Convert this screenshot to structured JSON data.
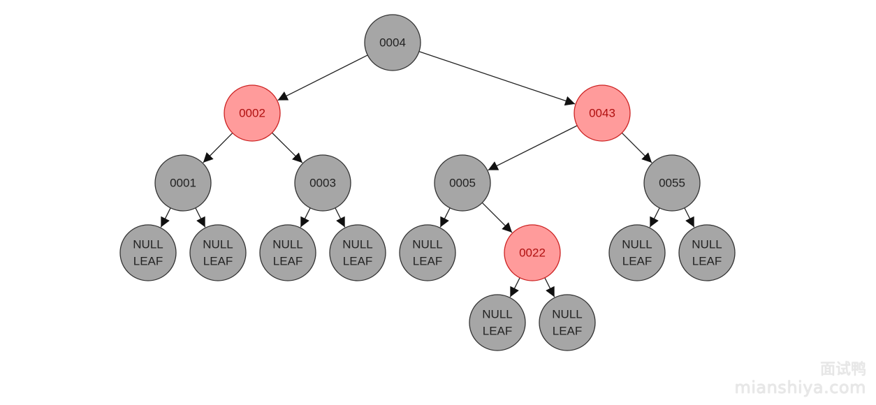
{
  "colors": {
    "black_node_fill": "#a6a6a6",
    "black_node_stroke": "#333333",
    "black_node_text": "#222222",
    "red_node_fill": "#ff9b9b",
    "red_node_stroke": "#cc2222",
    "red_node_text": "#b01010",
    "edge": "#222222"
  },
  "nodes": [
    {
      "id": "n0004",
      "lines": [
        "0004"
      ],
      "color": "black"
    },
    {
      "id": "n0002",
      "lines": [
        "0002"
      ],
      "color": "red"
    },
    {
      "id": "n0043",
      "lines": [
        "0043"
      ],
      "color": "red"
    },
    {
      "id": "n0001",
      "lines": [
        "0001"
      ],
      "color": "black"
    },
    {
      "id": "n0003",
      "lines": [
        "0003"
      ],
      "color": "black"
    },
    {
      "id": "n0005",
      "lines": [
        "0005"
      ],
      "color": "black"
    },
    {
      "id": "n0055",
      "lines": [
        "0055"
      ],
      "color": "black"
    },
    {
      "id": "nl1",
      "lines": [
        "NULL",
        "LEAF"
      ],
      "color": "black"
    },
    {
      "id": "nl2",
      "lines": [
        "NULL",
        "LEAF"
      ],
      "color": "black"
    },
    {
      "id": "nl3",
      "lines": [
        "NULL",
        "LEAF"
      ],
      "color": "black"
    },
    {
      "id": "nl4",
      "lines": [
        "NULL",
        "LEAF"
      ],
      "color": "black"
    },
    {
      "id": "nl5",
      "lines": [
        "NULL",
        "LEAF"
      ],
      "color": "black"
    },
    {
      "id": "n0022",
      "lines": [
        "0022"
      ],
      "color": "red"
    },
    {
      "id": "nl6",
      "lines": [
        "NULL",
        "LEAF"
      ],
      "color": "black"
    },
    {
      "id": "nl7",
      "lines": [
        "NULL",
        "LEAF"
      ],
      "color": "black"
    },
    {
      "id": "nl8",
      "lines": [
        "NULL",
        "LEAF"
      ],
      "color": "black"
    },
    {
      "id": "nl9",
      "lines": [
        "NULL",
        "LEAF"
      ],
      "color": "black"
    }
  ],
  "edges": [
    [
      "n0004",
      "n0002"
    ],
    [
      "n0004",
      "n0043"
    ],
    [
      "n0002",
      "n0001"
    ],
    [
      "n0002",
      "n0003"
    ],
    [
      "n0043",
      "n0005"
    ],
    [
      "n0043",
      "n0055"
    ],
    [
      "n0001",
      "nl1"
    ],
    [
      "n0001",
      "nl2"
    ],
    [
      "n0003",
      "nl3"
    ],
    [
      "n0003",
      "nl4"
    ],
    [
      "n0005",
      "nl5"
    ],
    [
      "n0005",
      "n0022"
    ],
    [
      "n0022",
      "nl6"
    ],
    [
      "n0022",
      "nl7"
    ],
    [
      "n0055",
      "nl8"
    ],
    [
      "n0055",
      "nl9"
    ]
  ],
  "watermark": {
    "cn": "面试鸭",
    "url": "mianshiya.com"
  }
}
